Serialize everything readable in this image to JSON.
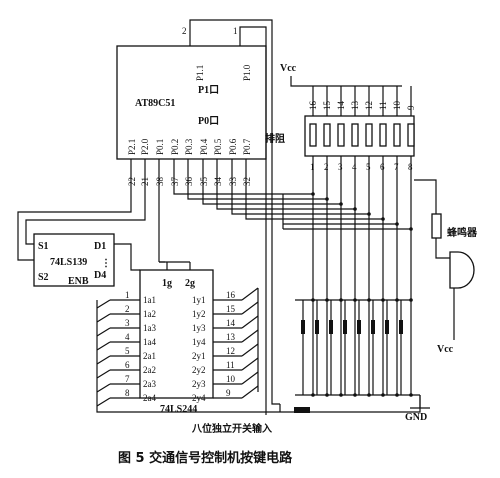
{
  "mcu": {
    "name": "AT89C51",
    "p1_label": "P1口",
    "p0_label": "P0口",
    "top_pins": [
      "P1.1",
      "P1.0"
    ],
    "top_pin_numbers": [
      "2",
      "1"
    ],
    "bottom_pins": [
      "P2.1",
      "P2.0",
      "P0.1",
      "P0.2",
      "P0.3",
      "P0.4",
      "P0.5",
      "P0.6",
      "P0.7"
    ],
    "bottom_pin_numbers": [
      "22",
      "21",
      "38",
      "37",
      "36",
      "35",
      "34",
      "33",
      "32"
    ]
  },
  "decoder": {
    "name": "74LS139",
    "s1": "S1",
    "s2": "S2",
    "d1": "D1",
    "d4": "D4",
    "enb": "ENB",
    "dots": "⋮"
  },
  "buffer": {
    "name": "74LS244",
    "g1": "1g",
    "g2": "2g",
    "inputs": [
      "1a1",
      "1a2",
      "1a3",
      "1a4",
      "2a1",
      "2a2",
      "2a3",
      "2a4"
    ],
    "input_pins": [
      "1",
      "2",
      "3",
      "4",
      "5",
      "6",
      "7",
      "8"
    ],
    "outputs": [
      "1y1",
      "1y2",
      "1y3",
      "1y4",
      "2y1",
      "2y2",
      "2y3",
      "2y4"
    ],
    "output_pins": [
      "16",
      "15",
      "14",
      "13",
      "12",
      "11",
      "10",
      "9"
    ]
  },
  "resistor_network": {
    "label": "排阻",
    "top_pins": [
      "16",
      "15",
      "14",
      "13",
      "12",
      "11",
      "10",
      "9"
    ],
    "bottom_pins": [
      "1",
      "2",
      "3",
      "4",
      "5",
      "6",
      "7",
      "8"
    ]
  },
  "vcc_top": "Vcc",
  "vcc_bottom": "Vcc",
  "buzzer": "蜂鸣器",
  "gnd": "GND",
  "switch_input": "八位独立开关输入",
  "caption": "图 5    交通信号控制机按键电路"
}
